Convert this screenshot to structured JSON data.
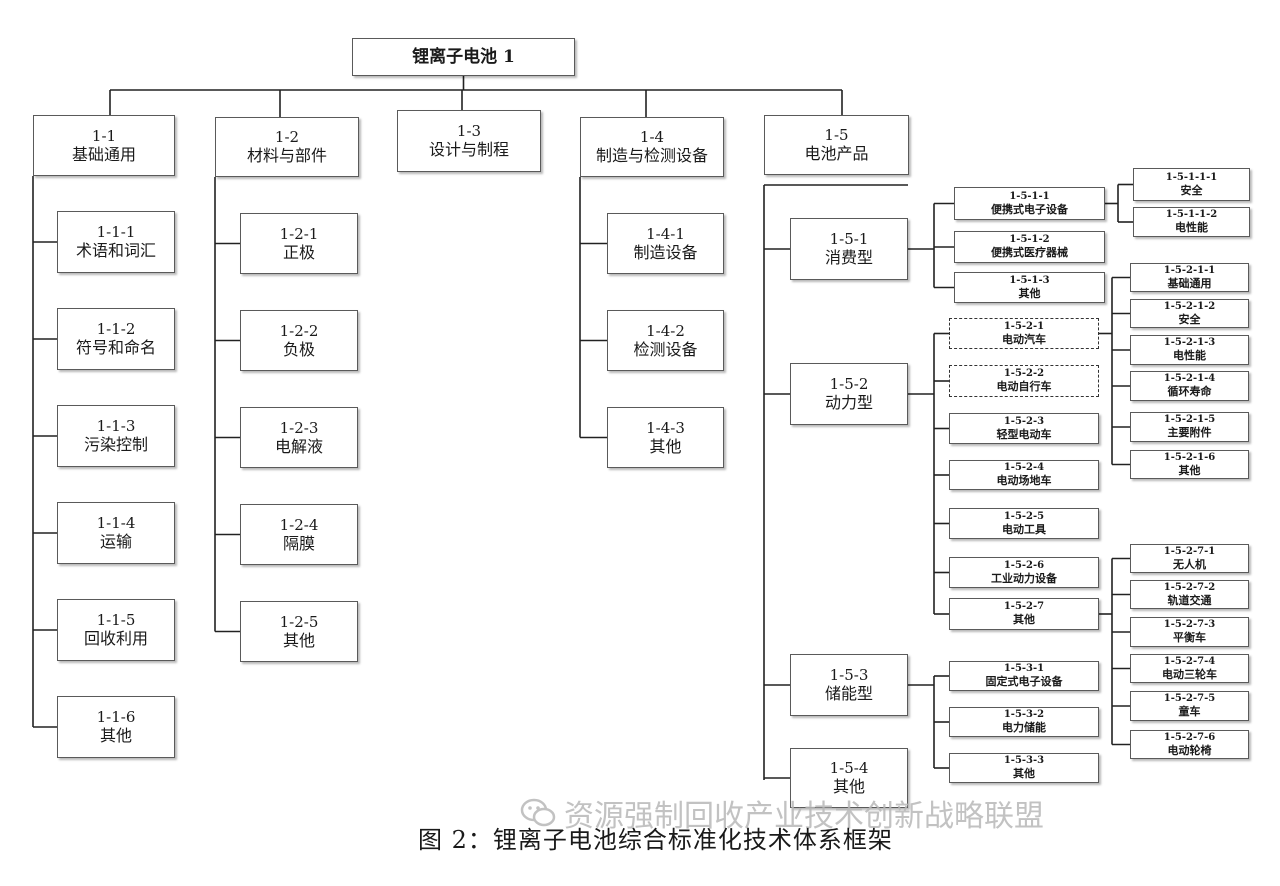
{
  "diagram": {
    "root": {
      "label": "锂离子电池 1"
    },
    "caption": "图 2：锂离子电池综合标准化技术体系框架",
    "watermark": "资源强制回收产业技术创新战略联盟",
    "nodes": {
      "n1": {
        "code": "1-1",
        "label": "基础通用"
      },
      "n2": {
        "code": "1-2",
        "label": "材料与部件"
      },
      "n3": {
        "code": "1-3",
        "label": "设计与制程"
      },
      "n4": {
        "code": "1-4",
        "label": "制造与检测设备"
      },
      "n5": {
        "code": "1-5",
        "label": "电池产品"
      },
      "n11": {
        "code": "1-1-1",
        "label": "术语和词汇"
      },
      "n12": {
        "code": "1-1-2",
        "label": "符号和命名"
      },
      "n13": {
        "code": "1-1-3",
        "label": "污染控制"
      },
      "n14": {
        "code": "1-1-4",
        "label": "运输"
      },
      "n15": {
        "code": "1-1-5",
        "label": "回收利用"
      },
      "n16": {
        "code": "1-1-6",
        "label": "其他"
      },
      "n21": {
        "code": "1-2-1",
        "label": "正极"
      },
      "n22": {
        "code": "1-2-2",
        "label": "负极"
      },
      "n23": {
        "code": "1-2-3",
        "label": "电解液"
      },
      "n24": {
        "code": "1-2-4",
        "label": "隔膜"
      },
      "n25": {
        "code": "1-2-5",
        "label": "其他"
      },
      "n41": {
        "code": "1-4-1",
        "label": "制造设备"
      },
      "n42": {
        "code": "1-4-2",
        "label": "检测设备"
      },
      "n43": {
        "code": "1-4-3",
        "label": "其他"
      },
      "n51": {
        "code": "1-5-1",
        "label": "消费型"
      },
      "n52": {
        "code": "1-5-2",
        "label": "动力型"
      },
      "n53": {
        "code": "1-5-3",
        "label": "储能型"
      },
      "n54": {
        "code": "1-5-4",
        "label": "其他"
      },
      "n511": {
        "code": "1-5-1-1",
        "label": "便携式电子设备"
      },
      "n512": {
        "code": "1-5-1-2",
        "label": "便携式医疗器械"
      },
      "n513": {
        "code": "1-5-1-3",
        "label": "其他"
      },
      "n5111": {
        "code": "1-5-1-1-1",
        "label": "安全"
      },
      "n5112": {
        "code": "1-5-1-1-2",
        "label": "电性能"
      },
      "n521": {
        "code": "1-5-2-1",
        "label": "电动汽车"
      },
      "n522": {
        "code": "1-5-2-2",
        "label": "电动自行车"
      },
      "n523": {
        "code": "1-5-2-3",
        "label": "轻型电动车"
      },
      "n524": {
        "code": "1-5-2-4",
        "label": "电动场地车"
      },
      "n525": {
        "code": "1-5-2-5",
        "label": "电动工具"
      },
      "n526": {
        "code": "1-5-2-6",
        "label": "工业动力设备"
      },
      "n527": {
        "code": "1-5-2-7",
        "label": "其他"
      },
      "n5211": {
        "code": "1-5-2-1-1",
        "label": "基础通用"
      },
      "n5212": {
        "code": "1-5-2-1-2",
        "label": "安全"
      },
      "n5213": {
        "code": "1-5-2-1-3",
        "label": "电性能"
      },
      "n5214": {
        "code": "1-5-2-1-4",
        "label": "循环寿命"
      },
      "n5215": {
        "code": "1-5-2-1-5",
        "label": "主要附件"
      },
      "n5216": {
        "code": "1-5-2-1-6",
        "label": "其他"
      },
      "n5271": {
        "code": "1-5-2-7-1",
        "label": "无人机"
      },
      "n5272": {
        "code": "1-5-2-7-2",
        "label": "轨道交通"
      },
      "n5273": {
        "code": "1-5-2-7-3",
        "label": "平衡车"
      },
      "n5274": {
        "code": "1-5-2-7-4",
        "label": "电动三轮车"
      },
      "n5275": {
        "code": "1-5-2-7-5",
        "label": "童车"
      },
      "n5276": {
        "code": "1-5-2-7-6",
        "label": "电动轮椅"
      },
      "n531": {
        "code": "1-5-3-1",
        "label": "固定式电子设备"
      },
      "n532": {
        "code": "1-5-3-2",
        "label": "电力储能"
      },
      "n533": {
        "code": "1-5-3-3",
        "label": "其他"
      }
    }
  }
}
